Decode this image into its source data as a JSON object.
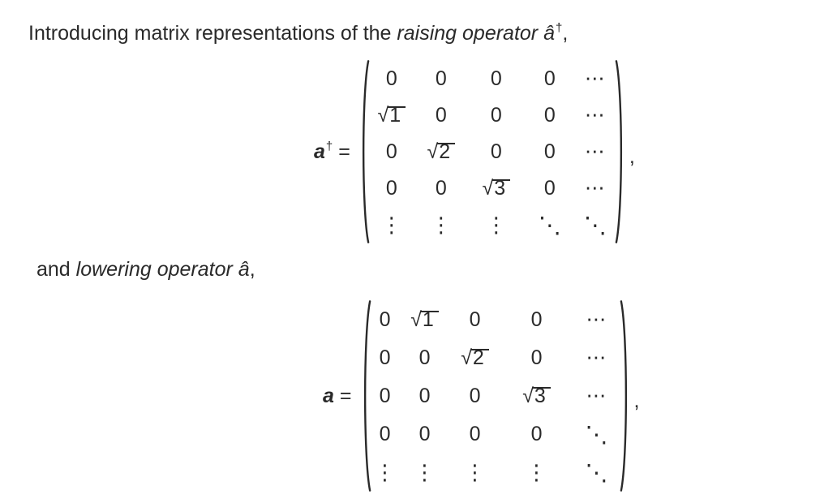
{
  "colors": {
    "background": "#ffffff",
    "text": "#2a2a2a"
  },
  "intro_raising": {
    "prefix": "Introducing matrix representations of the ",
    "emphasis": "raising operator ",
    "operator_symbol": "â",
    "operator_superscript": "†",
    "suffix": ","
  },
  "raising_equation": {
    "lhs_symbol": "a",
    "lhs_superscript": "†",
    "equals": "=",
    "matrix": {
      "rows": [
        [
          "0",
          "0",
          "0",
          "0",
          "⋯"
        ],
        [
          "√1",
          "0",
          "0",
          "0",
          "⋯"
        ],
        [
          "0",
          "√2",
          "0",
          "0",
          "⋯"
        ],
        [
          "0",
          "0",
          "√3",
          "0",
          "⋯"
        ],
        [
          "⋮",
          "⋮",
          "⋮",
          "⋱",
          "⋱"
        ]
      ]
    },
    "trailing_punctuation": ","
  },
  "intro_lowering": {
    "prefix": "and ",
    "emphasis": "lowering operator ",
    "operator_symbol": "â",
    "suffix": ","
  },
  "lowering_equation": {
    "lhs_symbol": "a",
    "equals": "=",
    "matrix": {
      "rows": [
        [
          "0",
          "√1",
          "0",
          "0",
          "⋯"
        ],
        [
          "0",
          "0",
          "√2",
          "0",
          "⋯"
        ],
        [
          "0",
          "0",
          "0",
          "√3",
          "⋯"
        ],
        [
          "0",
          "0",
          "0",
          "0",
          "⋱"
        ],
        [
          "⋮",
          "⋮",
          "⋮",
          "⋮",
          "⋱"
        ]
      ]
    },
    "trailing_punctuation": ","
  }
}
